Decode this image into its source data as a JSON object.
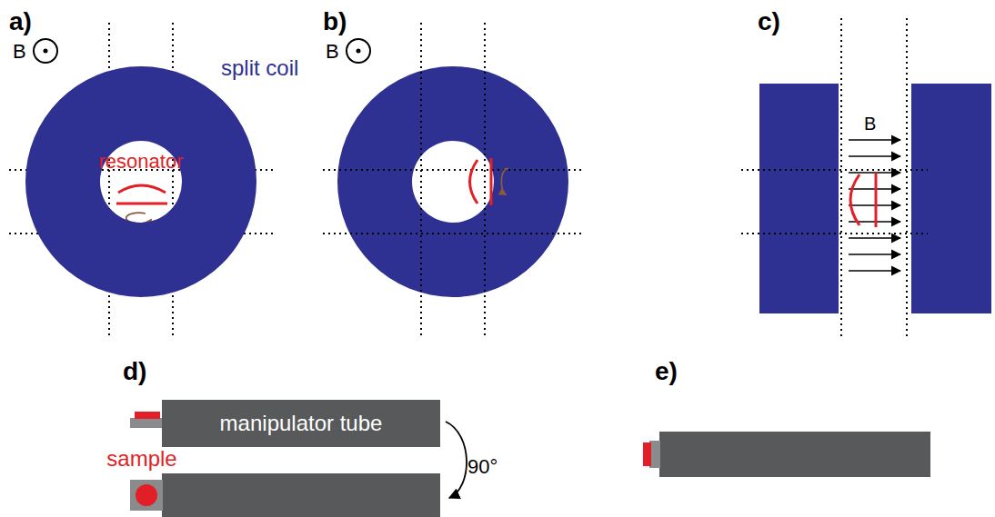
{
  "diagram": {
    "nodes": [
      {
        "text": [
          "split coil"
        ]
      },
      {
        "text": [
          "manipulator tube"
        ]
      }
    ],
    "labels": [
      "a)",
      "b)",
      "c)",
      "d)",
      "e)",
      "B",
      "B",
      "B",
      "resonator",
      "sample",
      "90°"
    ]
  }
}
